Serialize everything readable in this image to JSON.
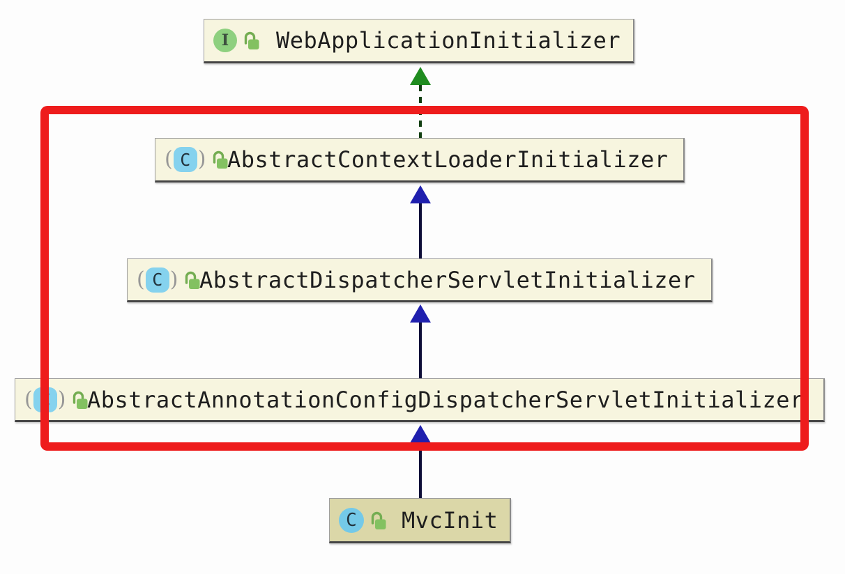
{
  "nodes": [
    {
      "label": "WebApplicationInitializer",
      "type": "interface",
      "visibility": "public",
      "selected": false
    },
    {
      "label": "AbstractContextLoaderInitializer",
      "type": "abstract_class",
      "visibility": "public",
      "selected": false
    },
    {
      "label": "AbstractDispatcherServletInitializer",
      "type": "abstract_class",
      "visibility": "public",
      "selected": false
    },
    {
      "label": "AbstractAnnotationConfigDispatcherServletInitializer",
      "type": "abstract_class",
      "visibility": "public",
      "selected": false
    },
    {
      "label": "MvcInit",
      "type": "class",
      "visibility": "public",
      "selected": true
    }
  ],
  "edges": [
    {
      "from": "AbstractContextLoaderInitializer",
      "to": "WebApplicationInitializer",
      "relation": "implements",
      "style": "dashed",
      "color": "#1f8c1f"
    },
    {
      "from": "AbstractDispatcherServletInitializer",
      "to": "AbstractContextLoaderInitializer",
      "relation": "extends",
      "style": "solid",
      "color": "#1f1fae"
    },
    {
      "from": "AbstractAnnotationConfigDispatcherServletInitializer",
      "to": "AbstractDispatcherServletInitializer",
      "relation": "extends",
      "style": "solid",
      "color": "#1f1fae"
    },
    {
      "from": "MvcInit",
      "to": "AbstractAnnotationConfigDispatcherServletInitializer",
      "relation": "extends",
      "style": "solid",
      "color": "#1f1fae"
    }
  ],
  "icons": {
    "interface_letter": "I",
    "class_letter": "C",
    "abstract_paren_open": "(",
    "abstract_paren_close": ")"
  },
  "highlight": {
    "shape": "rectangle",
    "color": "#ee1c1c",
    "meaning": "emphasis-annotation"
  },
  "colors": {
    "node_background": "#f7f5df",
    "selected_node_background": "#dbd7a8",
    "interface_icon_green": "#8ed07f",
    "class_icon_blue": "#74c9e8",
    "abstract_icon_blue": "#85d2ee",
    "lock_green": "#83c161",
    "extends_arrow_blue": "#1f1fae",
    "implements_arrow_green": "#1f8c1f",
    "highlight_red": "#ee1c1c"
  }
}
